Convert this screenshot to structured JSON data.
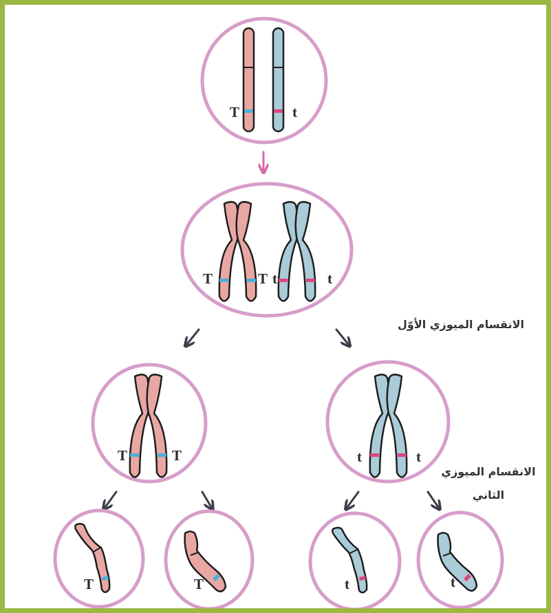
{
  "colors": {
    "frame_border": "#9cb844",
    "cell_outline": "#d79dc9",
    "maternal_fill": "#e8a7a3",
    "paternal_fill": "#aacbd8",
    "outline": "#1e1e1e",
    "band_blue": "#4ab0dc",
    "band_pink": "#e0447c",
    "arrow_pink": "#d66aa7",
    "arrow_dark": "#3a3f4a"
  },
  "labels": {
    "meiosis_1": "الانقسام الميوزي الأوّل",
    "meiosis_2_line1": "الانقسام الميوزي",
    "meiosis_2_line2": "الثاني"
  },
  "alleles": {
    "dominant": "T",
    "recessive": "t"
  }
}
